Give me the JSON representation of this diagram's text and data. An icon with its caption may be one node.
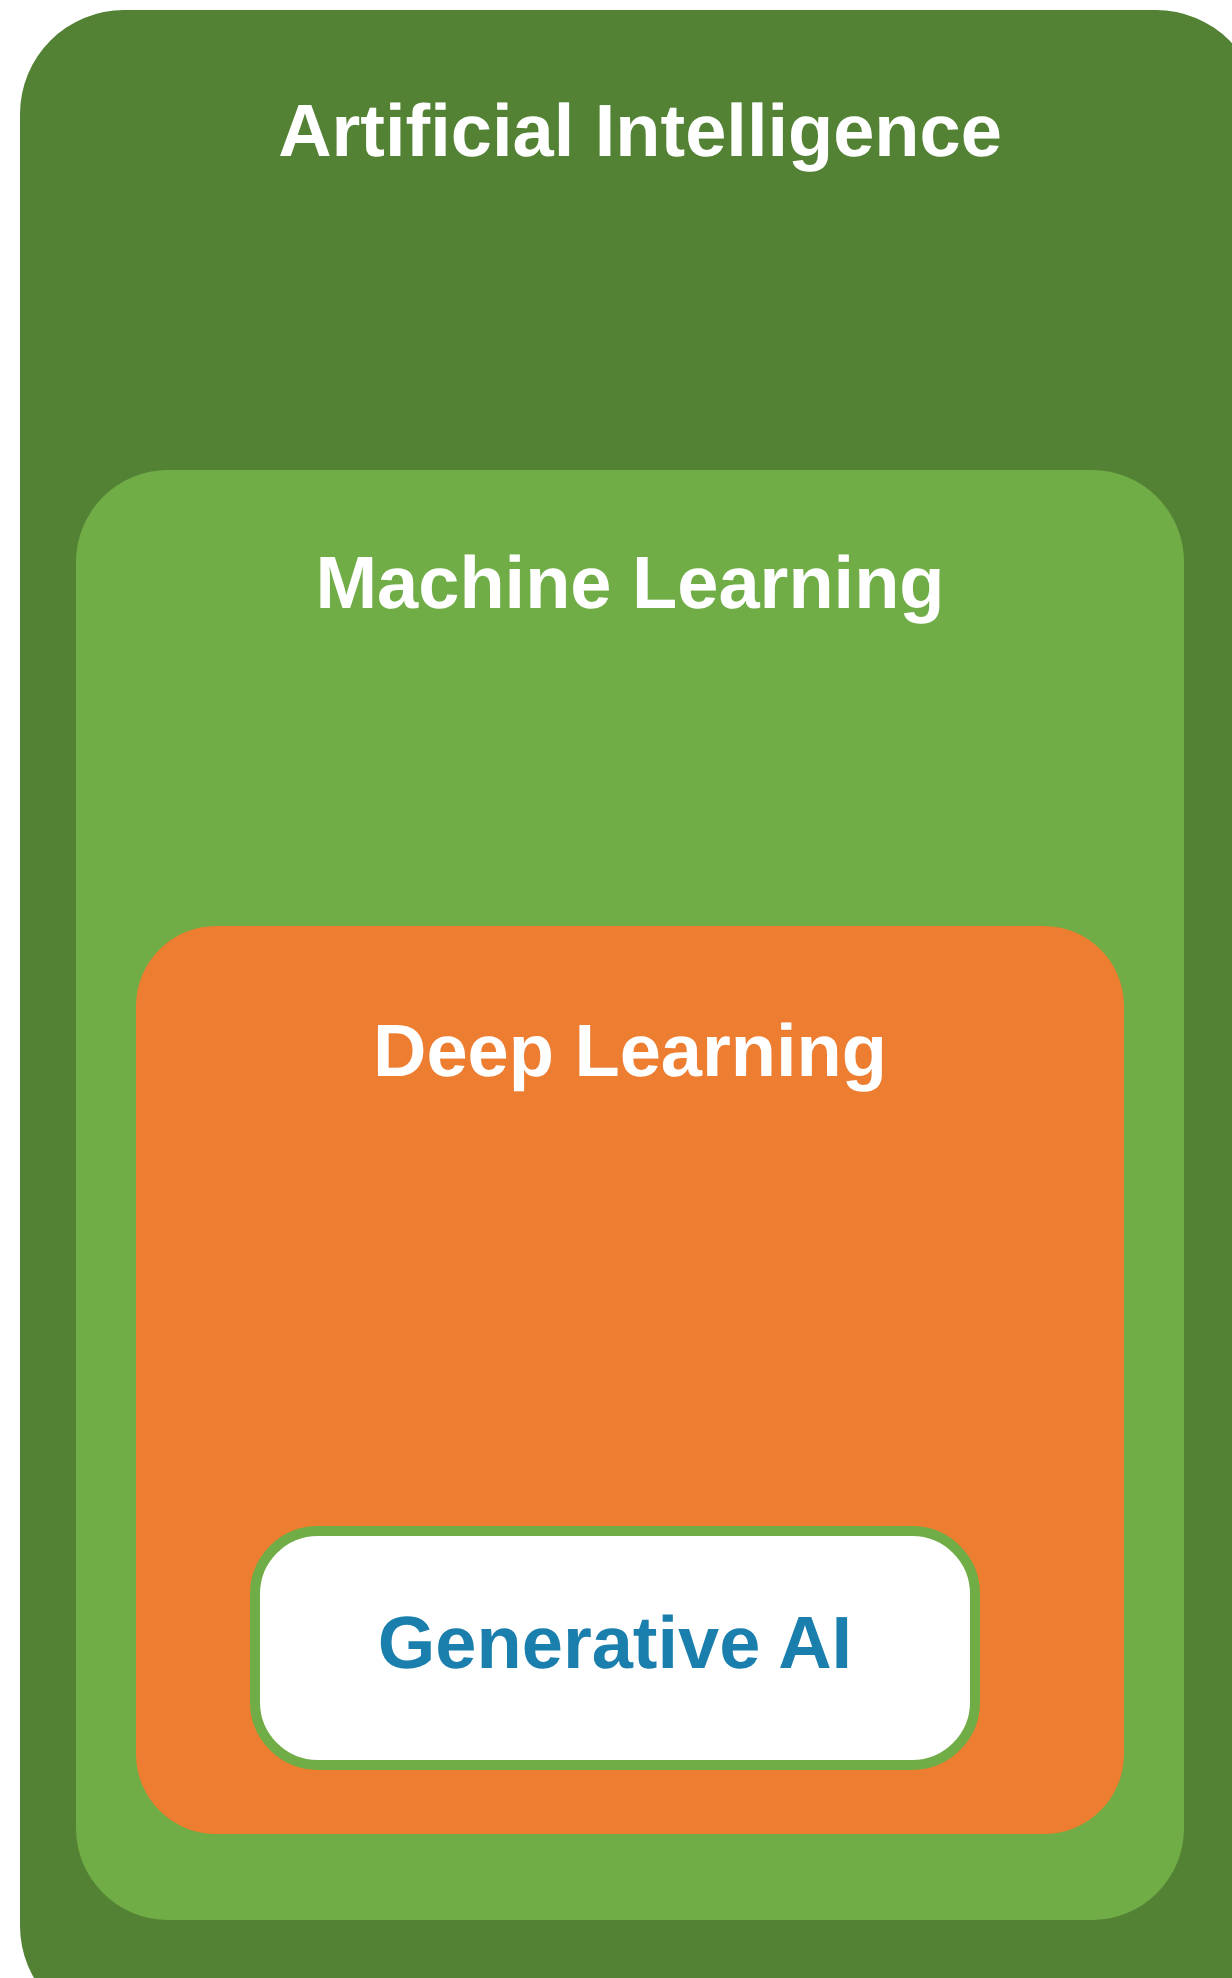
{
  "diagram": {
    "nodes": [
      {
        "text": [
          "Artificial Intelligence"
        ]
      },
      {
        "text": [
          "Machine Learning"
        ],
        "in": 0
      },
      {
        "text": [
          "Deep Learning"
        ],
        "in": 1
      },
      {
        "text": [
          "Generative AI"
        ],
        "in": 2
      }
    ]
  }
}
